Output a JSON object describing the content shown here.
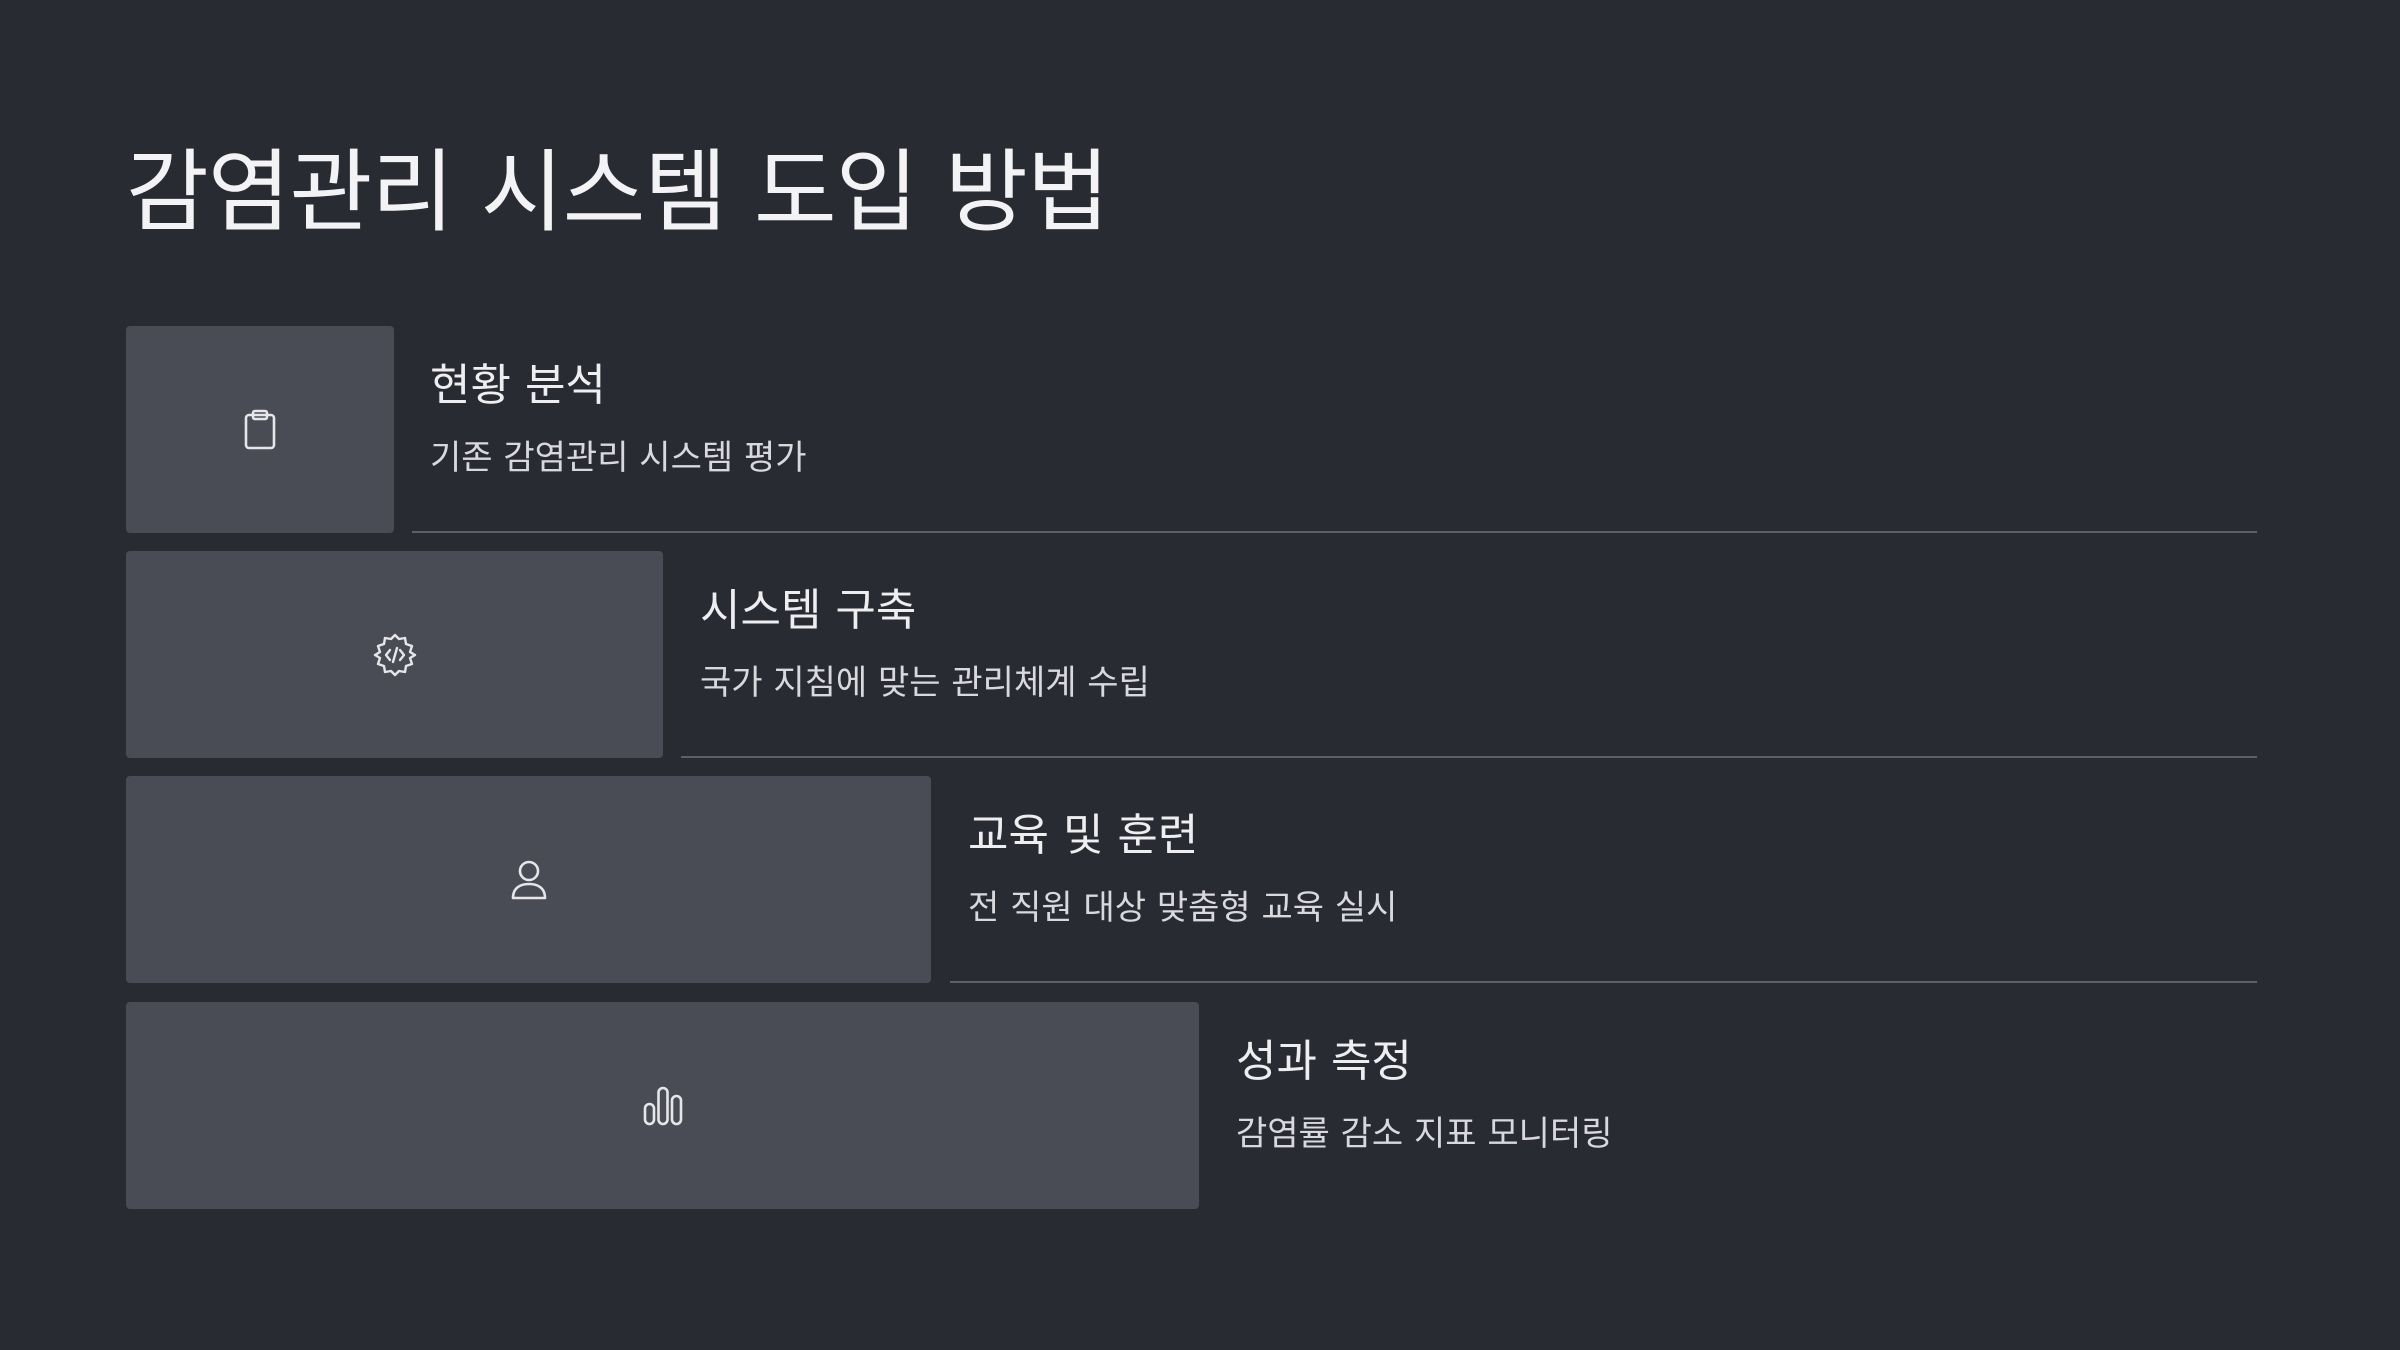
{
  "title": "감염관리 시스템 도입 방법",
  "steps": [
    {
      "title": "현황 분석",
      "description": "기존 감염관리 시스템 평가",
      "icon": "clipboard-icon"
    },
    {
      "title": "시스템 구축",
      "description": "국가 지침에 맞는 관리체계 수립",
      "icon": "code-gear-icon"
    },
    {
      "title": "교육 및 훈련",
      "description": "전 직원 대상 맞춤형 교육 실시",
      "icon": "person-icon"
    },
    {
      "title": "성과 측정",
      "description": "감염률 감소 지표 모니터링",
      "icon": "bar-chart-icon"
    }
  ],
  "colors": {
    "background": "#292b33",
    "box": "#4a4c55",
    "divider": "#5e6069",
    "text": "#f0f0f2"
  }
}
